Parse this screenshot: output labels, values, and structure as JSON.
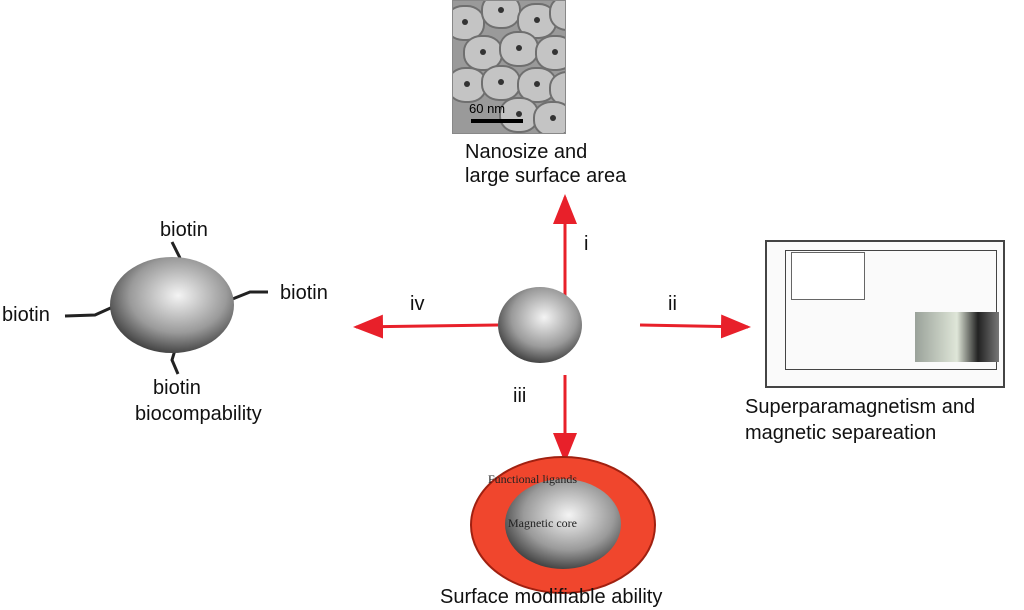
{
  "top": {
    "scale_label": "60 nm",
    "caption_line1": "Nanosize and",
    "caption_line2": "large surface area"
  },
  "arrows": {
    "i": "i",
    "ii": "ii",
    "iii": "iii",
    "iv": "iv"
  },
  "left": {
    "biotin_top": "biotin",
    "biotin_left": "biotin",
    "biotin_right": "biotin",
    "biotin_bottom": "biotin",
    "caption": "biocompability"
  },
  "right": {
    "caption_line1": "Superparamagnetism and",
    "caption_line2": "magnetic separeation"
  },
  "bottom": {
    "shell_label": "Functional ligands",
    "core_label": "Magnetic core",
    "caption": "Surface modifiable ability"
  },
  "colors": {
    "arrow": "#e8202a",
    "shell": "#f0462d"
  }
}
